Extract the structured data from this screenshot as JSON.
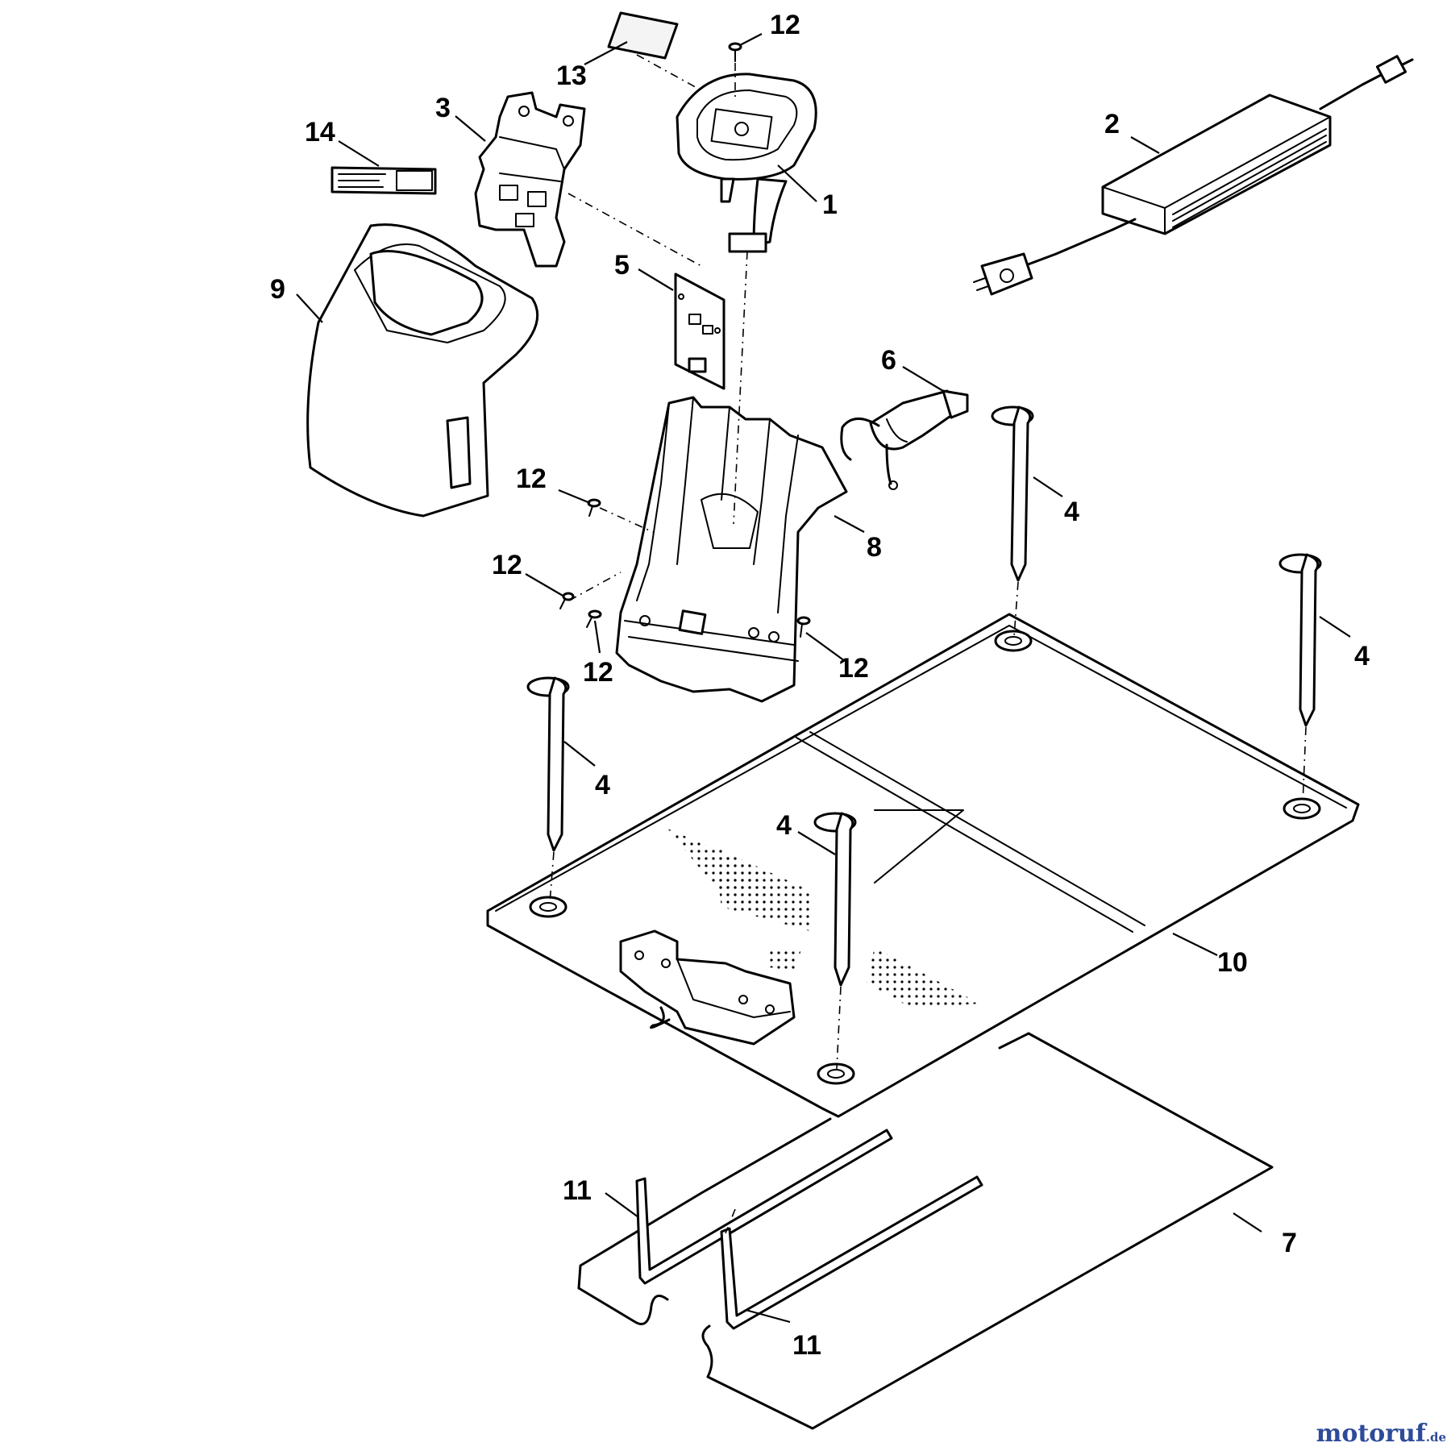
{
  "watermark": {
    "main": "motoruf",
    "suffix": ".de"
  },
  "callouts": {
    "c1": "1",
    "c2": "2",
    "c3": "3",
    "c4a": "4",
    "c4b": "4",
    "c4c": "4",
    "c4d": "4",
    "c5": "5",
    "c6": "6",
    "c7": "7",
    "c8": "8",
    "c9": "9",
    "c10": "10",
    "c11a": "11",
    "c11b": "11",
    "c12a": "12",
    "c12b": "12",
    "c12c": "12",
    "c12d": "12",
    "c12e": "12",
    "c13": "13",
    "c14": "14"
  },
  "colors": {
    "line": "#000000",
    "watermark": "#2e4b9a"
  }
}
